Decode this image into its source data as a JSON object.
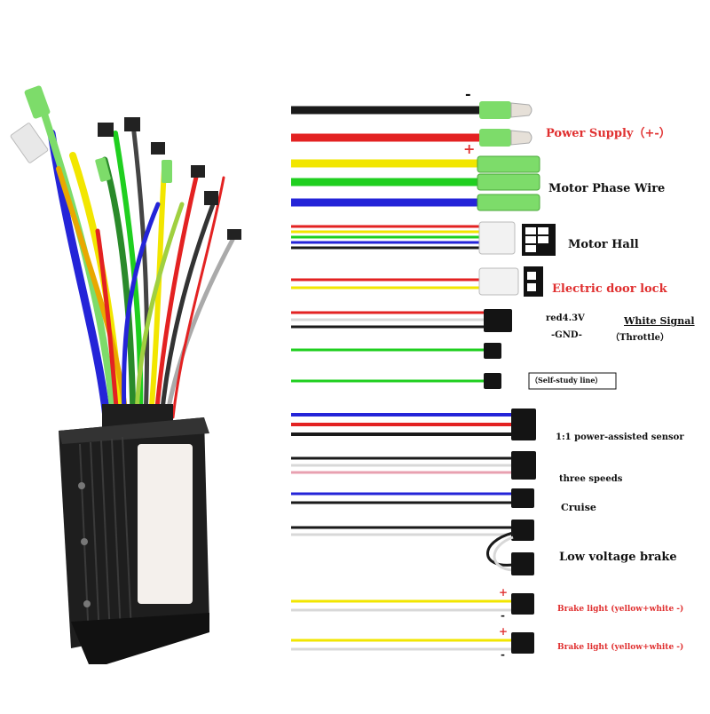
{
  "labels": {
    "power_supply": "Power Supply（+-）",
    "motor_phase": "Motor Phase Wire",
    "motor_hall": "Motor Hall",
    "door_lock": "Electric door lock",
    "red43v": "red4.3V",
    "gnd": "-GND-",
    "white_signal": "White Signal",
    "throttle": "（Throttle）",
    "self_study": "（Self-study line）",
    "pas": "1:1 power-assisted sensor",
    "three_speeds": "three speeds",
    "cruise": "Cruise",
    "low_brake": "Low voltage brake",
    "brake_light_1": "Brake light (yellow+white -)",
    "brake_light_2": "Brake light (yellow+white -)"
  },
  "polarity": {
    "minus": "-",
    "plus": "+"
  },
  "colors": {
    "black": "#1a1a1a",
    "red": "#e32222",
    "yellow": "#f2e600",
    "green": "#1fcf1f",
    "blue": "#2424d8",
    "white": "#d8d8d8",
    "pink": "#e8a0b0",
    "connector_green": "#7ddc6a",
    "label_red": "#e03030",
    "controller": "#1e1e1e"
  }
}
